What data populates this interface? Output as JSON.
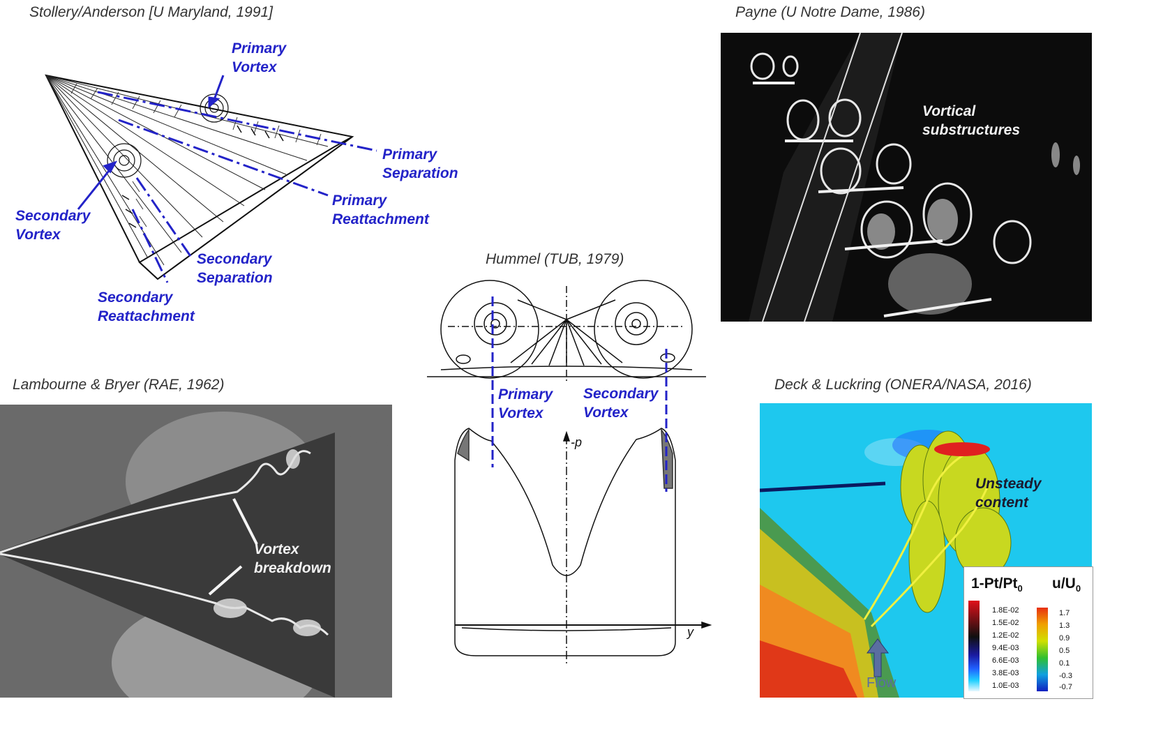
{
  "panels": {
    "stollery": {
      "caption": "Stollery/Anderson [U Maryland, 1991]",
      "labels": {
        "primary_vortex": [
          "Primary",
          "Vortex"
        ],
        "primary_separation": [
          "Primary",
          "Separation"
        ],
        "primary_reattachment": [
          "Primary",
          "Reattachment"
        ],
        "secondary_vortex": [
          "Secondary",
          "Vortex"
        ],
        "secondary_separation": [
          "Secondary",
          "Separation"
        ],
        "secondary_reattachment": [
          "Secondary",
          "Reattachment"
        ]
      }
    },
    "payne": {
      "caption": "Payne (U Notre Dame, 1986)",
      "label": [
        "Vortical",
        "substructures"
      ]
    },
    "hummel": {
      "caption": "Hummel (TUB, 1979)",
      "labels": {
        "primary_vortex": [
          "Primary",
          "Vortex"
        ],
        "secondary_vortex": [
          "Secondary",
          "Vortex"
        ],
        "axis_p": "-p",
        "axis_y": "y"
      }
    },
    "lambourne": {
      "caption": "Lambourne & Bryer (RAE, 1962)",
      "label": [
        "Vortex",
        "breakdown"
      ]
    },
    "deck": {
      "caption": "Deck & Luckring (ONERA/NASA, 2016)",
      "label": [
        "Unsteady",
        "content"
      ],
      "flow_label": "Flow",
      "legend_left_title": "1-Pt/Pt",
      "legend_left_sub": "0",
      "legend_right_title": "u/U",
      "legend_right_sub": "0",
      "legend_left_ticks": [
        "1.8E-02",
        "1.5E-02",
        "1.2E-02",
        "9.4E-03",
        "6.6E-03",
        "3.8E-03",
        "1.0E-03"
      ],
      "legend_right_ticks": [
        "1.7",
        "1.3",
        "0.9",
        "0.5",
        "0.1",
        "-0.3",
        "-0.7"
      ],
      "colors": {
        "background": "#1ec8ee",
        "left_scale": [
          "#e0101a",
          "#101010",
          "#1a1aa0",
          "#2060ff",
          "#20d0ff",
          "#e8f8ff"
        ],
        "right_scale": [
          "#e83010",
          "#f0a000",
          "#d0e000",
          "#30c030",
          "#10a0e0",
          "#1020c0"
        ]
      }
    }
  }
}
